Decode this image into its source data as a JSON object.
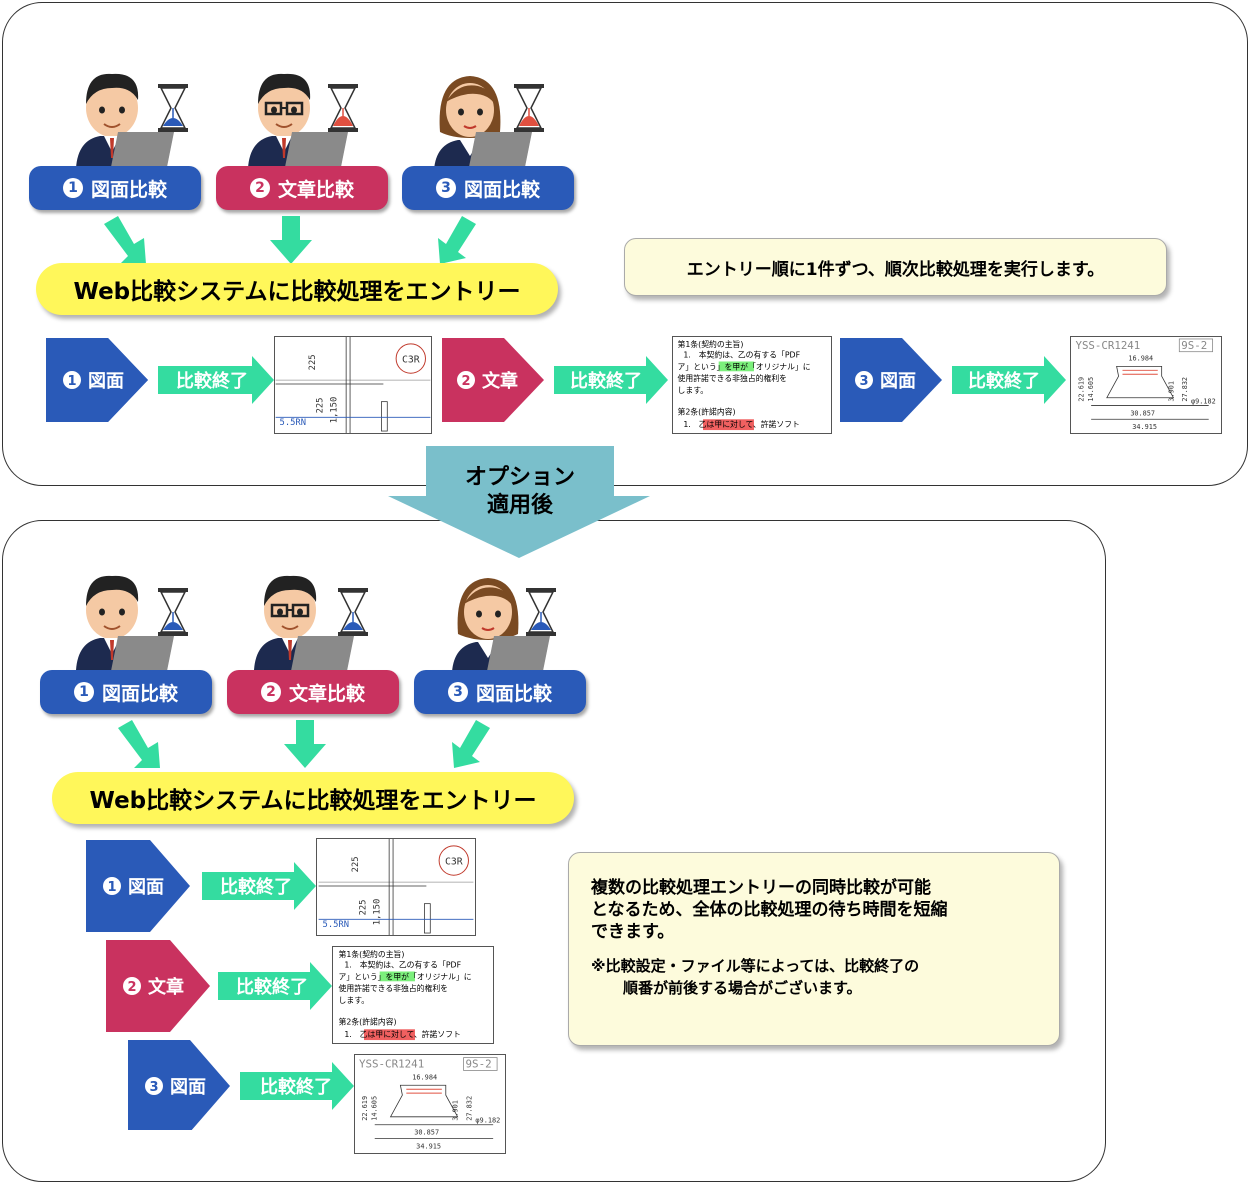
{
  "top": {
    "steps": [
      {
        "num": "1",
        "label": "図面比較",
        "color": "#2a5ab8"
      },
      {
        "num": "2",
        "label": "文章比較",
        "color": "#c9325f"
      },
      {
        "num": "3",
        "label": "図面比較",
        "color": "#2a5ab8"
      }
    ],
    "entry_label": "Web比較システムに比較処理をエントリー",
    "note": "エントリー順に1件ずつ、順次比較処理を実行します。",
    "results": [
      {
        "num": "1",
        "type": "図面",
        "done": "比較終了",
        "color": "#2a5ab8"
      },
      {
        "num": "2",
        "type": "文章",
        "done": "比較終了",
        "color": "#c9325f"
      },
      {
        "num": "3",
        "type": "図面",
        "done": "比較終了",
        "color": "#2a5ab8"
      }
    ]
  },
  "transition": {
    "line1": "オプション",
    "line2": "適用後"
  },
  "bottom": {
    "steps": [
      {
        "num": "1",
        "label": "図面比較"
      },
      {
        "num": "2",
        "label": "文章比較"
      },
      {
        "num": "3",
        "label": "図面比較"
      }
    ],
    "entry_label": "Web比較システムに比較処理をエントリー",
    "note_main": [
      "複数の比較処理エントリーの同時比較が可能",
      "となるため、全体の比較処理の待ち時間を短縮",
      "できます。"
    ],
    "note_sub": [
      "※比較設定・ファイル等によっては、比較終了の",
      "順番が前後する場合がございます。"
    ],
    "results": [
      {
        "num": "1",
        "type": "図面",
        "done": "比較終了"
      },
      {
        "num": "2",
        "type": "文章",
        "done": "比較終了"
      },
      {
        "num": "3",
        "type": "図面",
        "done": "比較終了"
      }
    ]
  },
  "thumbs": {
    "drawing1": {
      "mark": "C3R",
      "dims": [
        "225",
        "225",
        "1,150"
      ],
      "label": "5.5RN"
    },
    "text_doc": {
      "lines": [
        "第1条(契約の主旨)",
        "1.　本契約は、乙の有する「PDF",
        "ア」という」を甲が「オリジナル」に",
        "使用許諾できる非独占的権利を",
        "します。",
        "第2条(許諾内容)",
        "1.　乙は甲に対して、許諾ソフト"
      ]
    },
    "drawing3": {
      "title": "YSS-CR1241",
      "tag": "9S-2",
      "dims": [
        "16.984",
        "22.619",
        "14.605",
        "3.901",
        "27.832",
        "φ9.182",
        "30.857",
        "34.915"
      ]
    }
  },
  "colors": {
    "blue": "#2a5ab8",
    "red": "#c9325f",
    "green": "#34dca0",
    "yellow": "#fff75a",
    "teal": "#7abfcb",
    "note_bg": "#fdfbdc"
  }
}
